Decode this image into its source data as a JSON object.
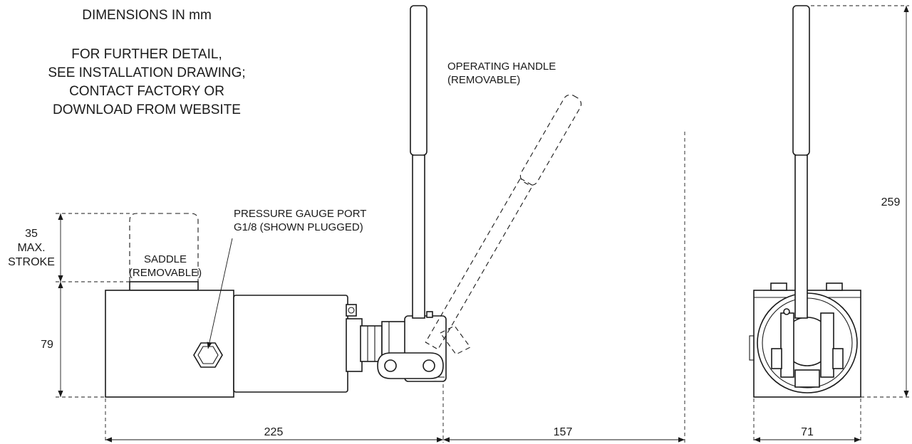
{
  "notes": {
    "units": "DIMENSIONS IN mm",
    "detail": [
      "FOR FURTHER DETAIL,",
      "SEE INSTALLATION DRAWING;",
      "CONTACT FACTORY OR",
      "DOWNLOAD FROM WEBSITE"
    ]
  },
  "callouts": {
    "handle": [
      "OPERATING HANDLE",
      "(REMOVABLE)"
    ],
    "gauge_port": [
      "PRESSURE GAUGE PORT",
      "G1/8 (SHOWN PLUGGED)"
    ],
    "saddle": [
      "SADDLE",
      "(REMOVABLE)"
    ]
  },
  "dimensions": {
    "stroke": {
      "value": "35",
      "caption": [
        "MAX.",
        "STROKE"
      ]
    },
    "body_height": "79",
    "body_length": "225",
    "handle_swing": "157",
    "overall_height": "259",
    "side_width": "71"
  }
}
